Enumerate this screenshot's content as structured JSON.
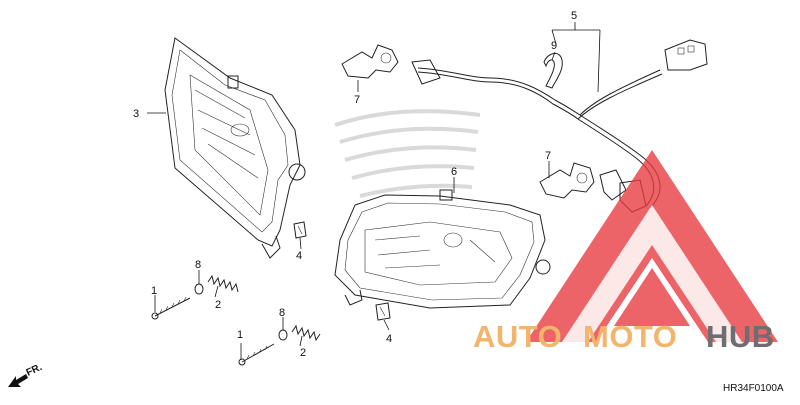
{
  "diagram": {
    "callouts": [
      "1",
      "1",
      "2",
      "2",
      "3",
      "4",
      "4",
      "5",
      "6",
      "7",
      "7",
      "8",
      "8",
      "9"
    ],
    "diagram_code": "HR34F0100A",
    "direction_label": "FR."
  },
  "watermark": {
    "brand_auto": "AUTO",
    "brand_moto": "MOTO",
    "brand_hub": "HUB",
    "color_auto": "#f2b56b",
    "color_moto": "#f2b56b",
    "color_hub": "#6d6e71",
    "logo_color": "#e8383d"
  }
}
